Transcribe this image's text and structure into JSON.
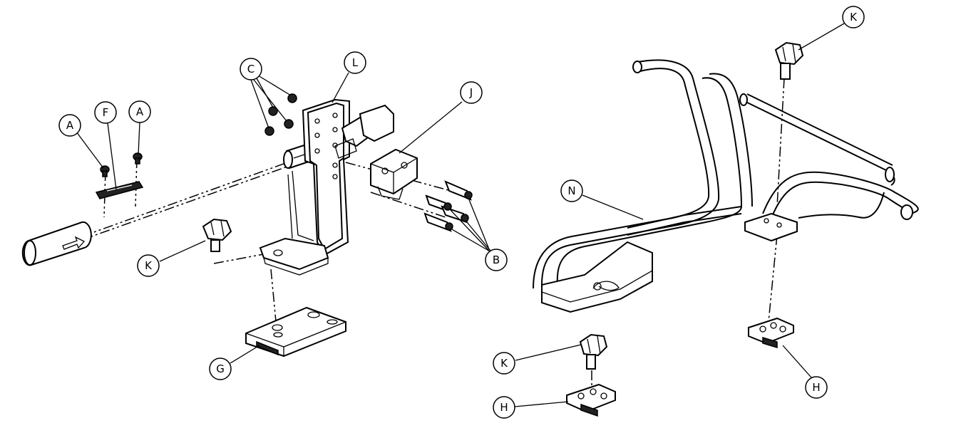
{
  "callouts": [
    {
      "id": "a1",
      "label": "A"
    },
    {
      "id": "f",
      "label": "F"
    },
    {
      "id": "a2",
      "label": "A"
    },
    {
      "id": "c",
      "label": "C"
    },
    {
      "id": "l",
      "label": "L"
    },
    {
      "id": "j",
      "label": "J"
    },
    {
      "id": "b",
      "label": "B"
    },
    {
      "id": "k1",
      "label": "K"
    },
    {
      "id": "g",
      "label": "G"
    },
    {
      "id": "k2",
      "label": "K"
    },
    {
      "id": "n",
      "label": "N"
    },
    {
      "id": "k3",
      "label": "K"
    },
    {
      "id": "h1",
      "label": "H"
    },
    {
      "id": "h2",
      "label": "H"
    }
  ]
}
